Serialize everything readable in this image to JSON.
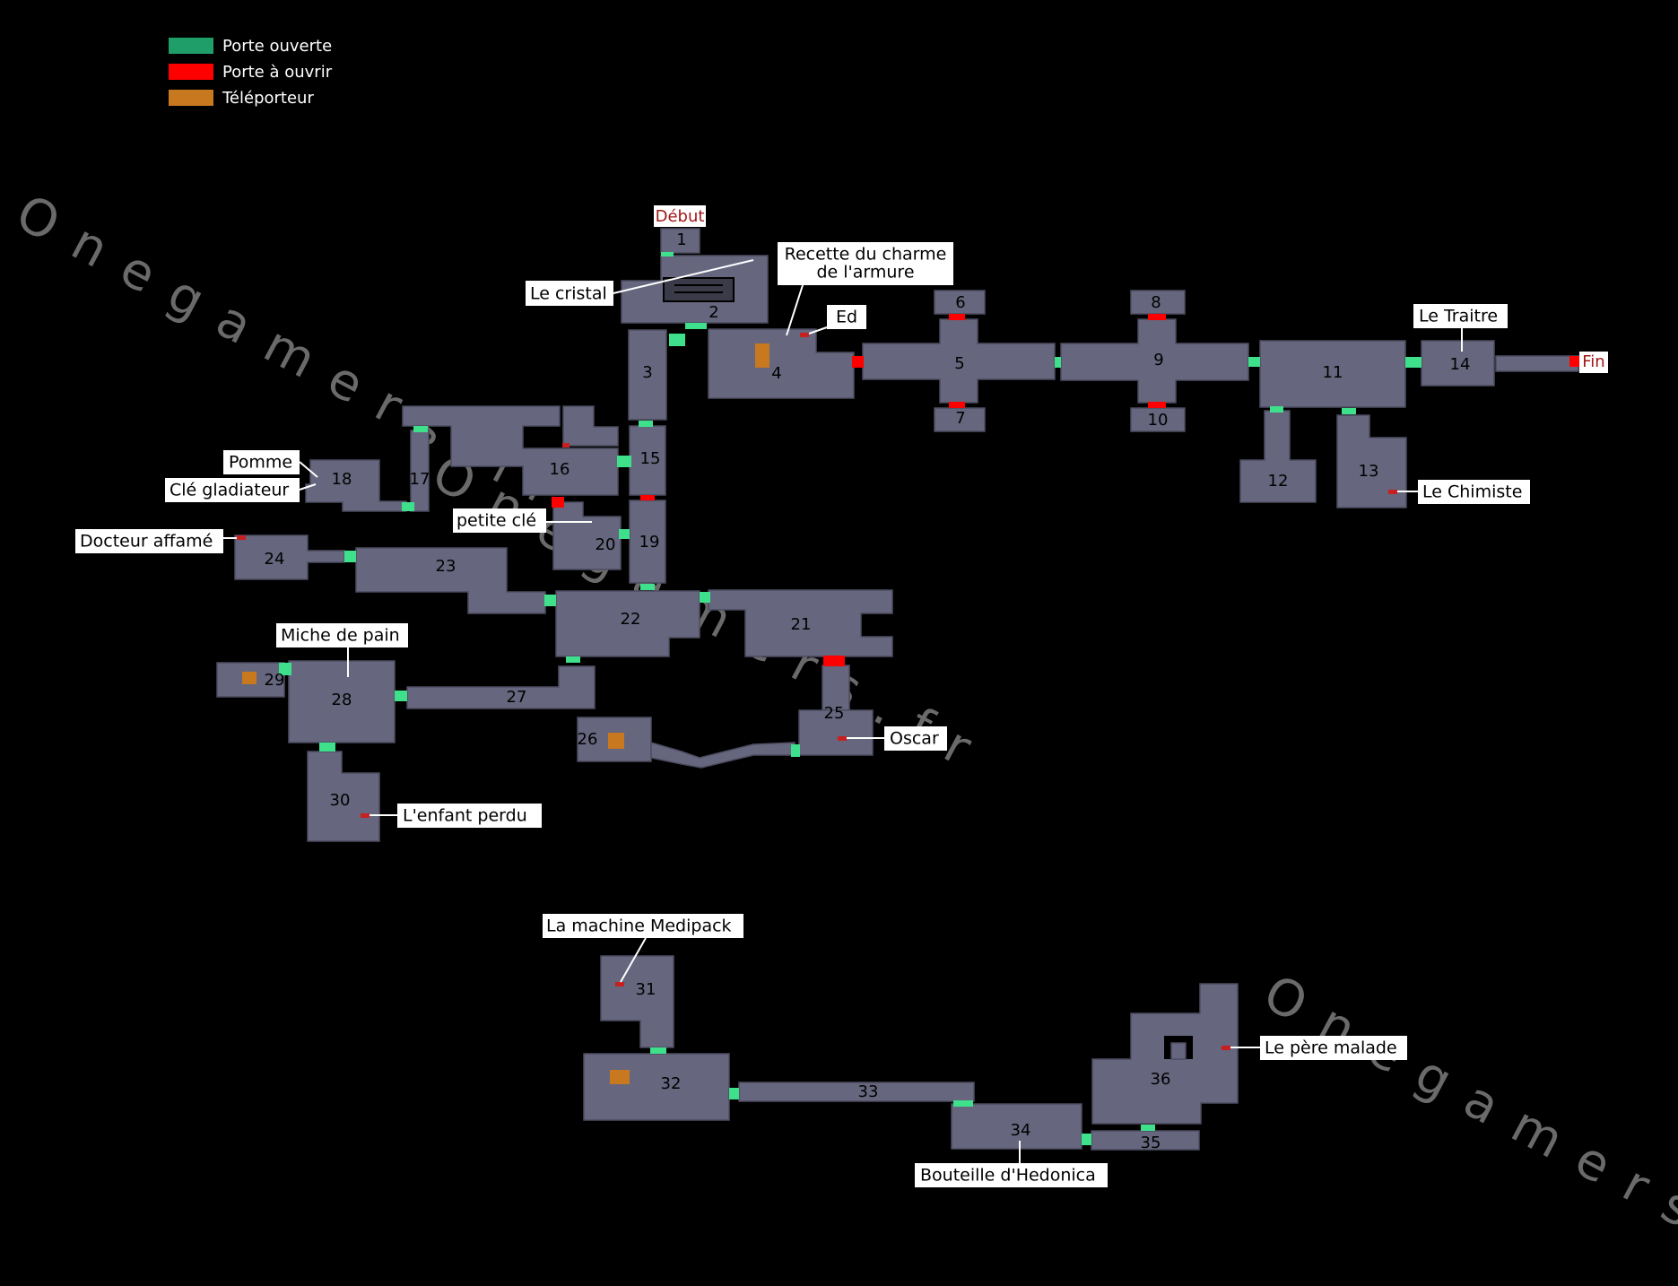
{
  "legend": {
    "open_door": {
      "label": "Porte ouverte",
      "color": "#1f9e6a"
    },
    "locked_door": {
      "label": "Porte à ouvrir",
      "color": "#ff0000"
    },
    "teleporter": {
      "label": "Téléporteur",
      "color": "#c8781e"
    }
  },
  "colors": {
    "room": "#66667e",
    "room_edge": "#4c4c60",
    "door_open": "#3fe08c",
    "door_locked": "#ff0000",
    "teleporter": "#c8781e",
    "watermark": "#6a6a6a",
    "marker_start_end": "#a01818"
  },
  "markers": {
    "start": "Début",
    "end": "Fin"
  },
  "watermark": {
    "text": "O n e g a m e r s . f r"
  },
  "rooms": {
    "r1": "1",
    "r2": "2",
    "r3": "3",
    "r4": "4",
    "r5": "5",
    "r6": "6",
    "r7": "7",
    "r8": "8",
    "r9": "9",
    "r10": "10",
    "r11": "11",
    "r12": "12",
    "r13": "13",
    "r14": "14",
    "r15": "15",
    "r16": "16",
    "r17": "17",
    "r18": "18",
    "r19": "19",
    "r20": "20",
    "r21": "21",
    "r22": "22",
    "r23": "23",
    "r24": "24",
    "r25": "25",
    "r26": "26",
    "r27": "27",
    "r28": "28",
    "r29": "29",
    "r30": "30",
    "r31": "31",
    "r32": "32",
    "r33": "33",
    "r34": "34",
    "r35": "35",
    "r36": "36"
  },
  "labels": {
    "cristal": "Le cristal",
    "recette_1": "Recette du charme",
    "recette_2": "de l'armure",
    "ed": "Ed",
    "traitre": "Le Traitre",
    "chimiste": "Le Chimiste",
    "pomme": "Pomme",
    "cle_gladiateur": "Clé gladiateur",
    "petite_cle": "petite clé",
    "docteur": "Docteur affamé",
    "miche": "Miche de pain",
    "oscar": "Oscar",
    "enfant": "L'enfant perdu",
    "medipack": "La machine Medipack",
    "pere": "Le père malade",
    "hedonica": "Bouteille d'Hedonica"
  }
}
